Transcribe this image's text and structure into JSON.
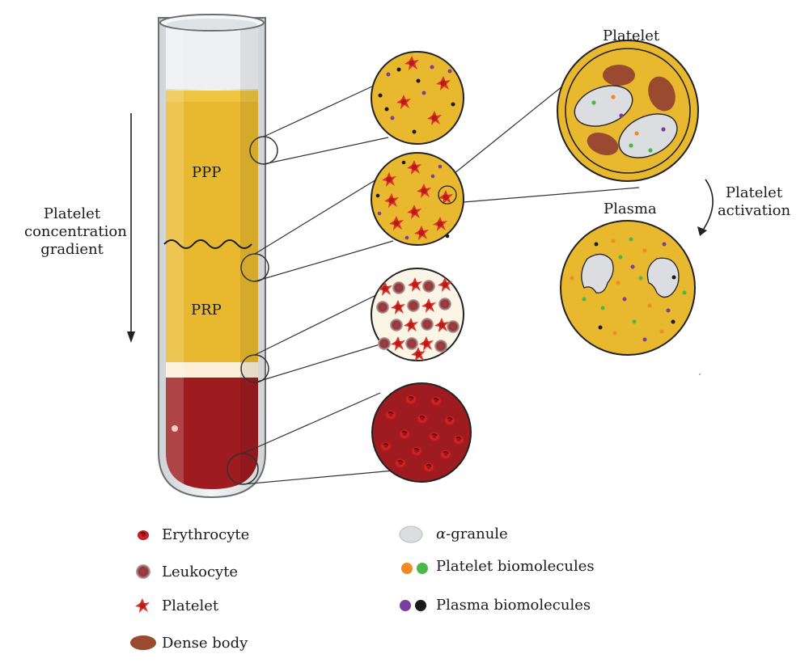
{
  "labels": {
    "ppp": "PPP",
    "prp": "PRP",
    "gradient_line1": "Platelet",
    "gradient_line2": "concentration",
    "gradient_line3": "gradient",
    "platelet": "Platelet",
    "plasma": "Plasma",
    "activation_line1": "Platelet",
    "activation_line2": "activation"
  },
  "legend": {
    "erythrocyte": "Erythrocyte",
    "leukocyte": "Leukocyte",
    "platelet": "Platelet",
    "dense_body": "Dense body",
    "alpha_granule_greek": "α",
    "alpha_granule": "-granule",
    "platelet_biomolecules": "Platelet biomolecules",
    "plasma_biomolecules": "Plasma biomolecules"
  },
  "colors": {
    "plasma_yellow": "#e8b92e",
    "plasma_dark": "#c9961b",
    "blood_red": "#9e1b1f",
    "platelet_red": "#e0312b",
    "buffy_coat": "#fbefd9",
    "dense_body": "#9a4a2e",
    "alpha_granule": "#dcdde0",
    "platelet_biomolecule_orange": "#f08a24",
    "platelet_biomolecule_green": "#4cb848",
    "plasma_biomolecule_purple": "#7a3f9d",
    "plasma_biomolecule_black": "#1a1a1a"
  }
}
